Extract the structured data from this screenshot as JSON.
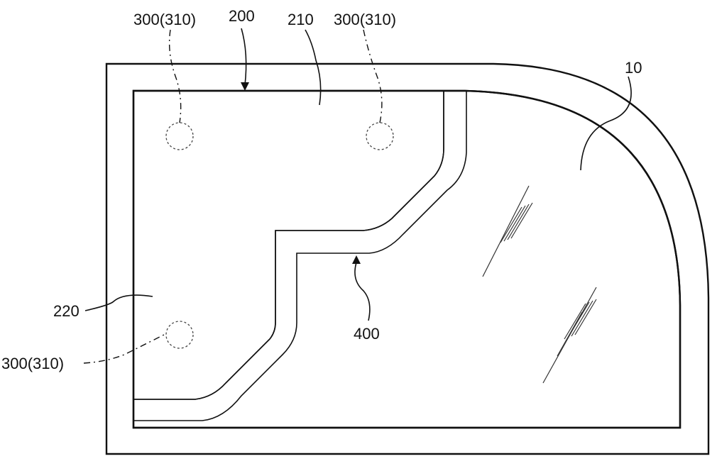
{
  "figure": {
    "labels": {
      "top_left_pad": "300(310)",
      "plate": "200",
      "upper_region": "210",
      "top_right_pad": "300(310)",
      "glass": "10",
      "lower_region": "220",
      "bottom_pad": "300(310)",
      "border_strip": "400"
    },
    "colors": {
      "line": "#111111",
      "plate_fill": "#d9d9d9",
      "strip_fill": "#bdbdbd"
    }
  }
}
